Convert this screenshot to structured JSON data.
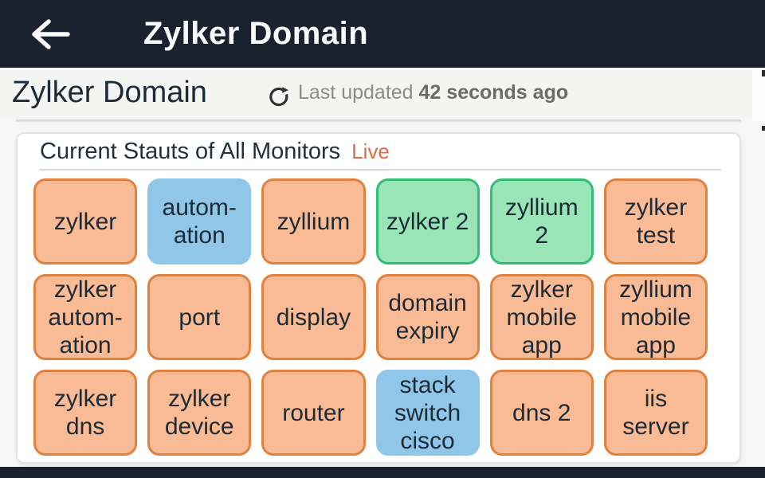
{
  "topbar": {
    "title": "Zylker Domain",
    "back_icon": "left-arrow",
    "bg": "#19222e"
  },
  "subheader": {
    "title": "Zylker Domain",
    "refresh_icon": "refresh",
    "last_updated_prefix": "Last updated",
    "last_updated_value": "42 seconds ago"
  },
  "panel": {
    "title": "Current Stauts of All Monitors",
    "live_label": "Live"
  },
  "palette": {
    "topbar_bg": "#19222e",
    "live_accent": "#dd6b45",
    "tile_text": "#1e2a36",
    "orange_fill": "#f9bb95",
    "orange_border": "#e0813e",
    "blue_fill": "#90c7e9",
    "blue_border": "#90c7e9",
    "green_fill": "#9ae5b8",
    "green_border": "#33bd74"
  },
  "monitors": [
    {
      "label": "zylker",
      "lines": [
        "zylker"
      ],
      "color": "orange"
    },
    {
      "label": "automation",
      "lines": [
        "autom-",
        "ation"
      ],
      "color": "blue"
    },
    {
      "label": "zyllium",
      "lines": [
        "zyllium"
      ],
      "color": "orange"
    },
    {
      "label": "zylker 2",
      "lines": [
        "zylker 2"
      ],
      "color": "green"
    },
    {
      "label": "zyllium 2",
      "lines": [
        "zyllium",
        "2"
      ],
      "color": "green"
    },
    {
      "label": "zylker test",
      "lines": [
        "zylker",
        "test"
      ],
      "color": "orange"
    },
    {
      "label": "zylker automation",
      "lines": [
        "zylker",
        "autom-",
        "ation"
      ],
      "color": "orange"
    },
    {
      "label": "port",
      "lines": [
        "port"
      ],
      "color": "orange"
    },
    {
      "label": "display",
      "lines": [
        "display"
      ],
      "color": "orange"
    },
    {
      "label": "domain expiry",
      "lines": [
        "domain",
        "expiry"
      ],
      "color": "orange"
    },
    {
      "label": "zylker mobile app",
      "lines": [
        "zylker",
        "mobile",
        "app"
      ],
      "color": "orange"
    },
    {
      "label": "zyllium mobile app",
      "lines": [
        "zyllium",
        "mobile",
        "app"
      ],
      "color": "orange"
    },
    {
      "label": "zylker dns",
      "lines": [
        "zylker",
        "dns"
      ],
      "color": "orange"
    },
    {
      "label": "zylker device",
      "lines": [
        "zylker",
        "device"
      ],
      "color": "orange"
    },
    {
      "label": "router",
      "lines": [
        "router"
      ],
      "color": "orange"
    },
    {
      "label": "stack switch cisco",
      "lines": [
        "stack",
        "switch",
        "cisco"
      ],
      "color": "blue"
    },
    {
      "label": "dns 2",
      "lines": [
        "dns 2"
      ],
      "color": "orange"
    },
    {
      "label": "iis server",
      "lines": [
        "iis",
        "server"
      ],
      "color": "orange"
    }
  ]
}
